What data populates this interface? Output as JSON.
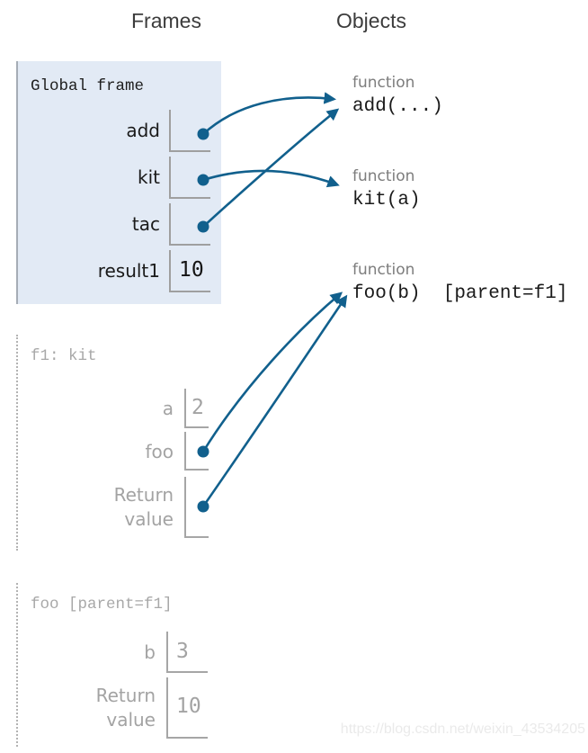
{
  "headers": {
    "frames": "Frames",
    "objects": "Objects"
  },
  "frames": [
    {
      "label": "Global frame",
      "state": "active",
      "variables": [
        {
          "name": "add",
          "value": ""
        },
        {
          "name": "kit",
          "value": ""
        },
        {
          "name": "tac",
          "value": ""
        },
        {
          "name": "result1",
          "value": "10"
        }
      ]
    },
    {
      "label": "f1: kit",
      "state": "returned",
      "variables": [
        {
          "name": "a",
          "value": "2"
        },
        {
          "name": "foo",
          "value": ""
        },
        {
          "name": "Return value",
          "value": ""
        }
      ]
    },
    {
      "label": "foo [parent=f1]",
      "state": "returned",
      "variables": [
        {
          "name": "b",
          "value": "3"
        },
        {
          "name": "Return value",
          "value": "10"
        }
      ]
    }
  ],
  "objects": [
    {
      "type_label": "function",
      "signature": "add(...)"
    },
    {
      "type_label": "function",
      "signature": "kit(a)"
    },
    {
      "type_label": "function",
      "signature": "foo(b)  [parent=f1]"
    }
  ],
  "arrows": [
    {
      "from": "global.add",
      "to": "function add(...)"
    },
    {
      "from": "global.kit",
      "to": "function kit(a)"
    },
    {
      "from": "global.tac",
      "to": "function add(...)"
    },
    {
      "from": "f1.foo",
      "to": "function foo(b) [parent=f1]"
    },
    {
      "from": "f1.Return value",
      "to": "function foo(b) [parent=f1]"
    }
  ],
  "watermark": "https://blog.csdn.net/weixin_43534205",
  "colors": {
    "arrow": "#11608d",
    "frame_background": "#e2eaf5",
    "inactive_gray": "#a3a3a3",
    "box_border": "#9f9f9f"
  }
}
